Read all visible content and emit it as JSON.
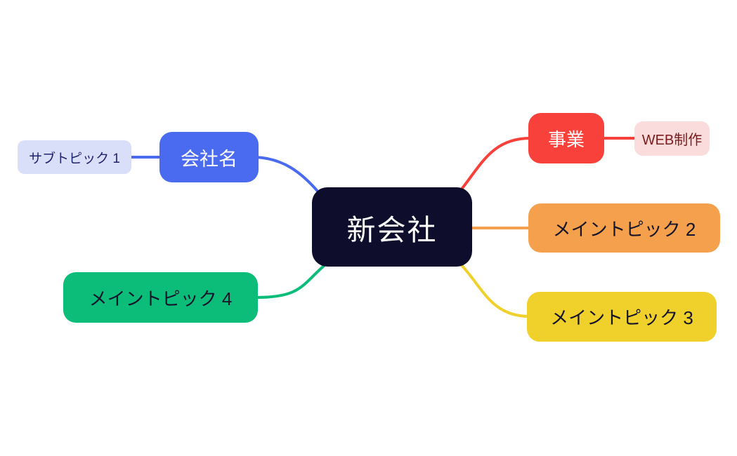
{
  "canvas": {
    "background": "#FFFFFF"
  },
  "nodes": {
    "center": {
      "label": "新会社",
      "bg": "#0E0E2C",
      "color": "#FFFFFF"
    },
    "company": {
      "label": "会社名",
      "bg": "#4A6AF0",
      "color": "#FFFFFF"
    },
    "subtopic1": {
      "label": "サブトピック 1",
      "bg": "#D9DFF8",
      "color": "#1F2470"
    },
    "business": {
      "label": "事業",
      "bg": "#F8413B",
      "color": "#FFFFFF"
    },
    "web": {
      "label": "WEB制作",
      "bg": "#FADCDC",
      "color": "#7A1C1C"
    },
    "main2": {
      "label": "メイントピック 2",
      "bg": "#F5A04C",
      "color": "#14142B"
    },
    "main3": {
      "label": "メイントピック 3",
      "bg": "#F0D02B",
      "color": "#14142B"
    },
    "main4": {
      "label": "メイントピック 4",
      "bg": "#0BBD79",
      "color": "#14142B"
    }
  },
  "connectors": {
    "company_to_subtopic1": "#4A6AF0",
    "center_to_company": "#4A6AF0",
    "center_to_business": "#F8413B",
    "business_to_web": "#F8413B",
    "center_to_main2": "#F5A04C",
    "center_to_main3": "#F0D02B",
    "center_to_main4": "#0BBD79"
  }
}
